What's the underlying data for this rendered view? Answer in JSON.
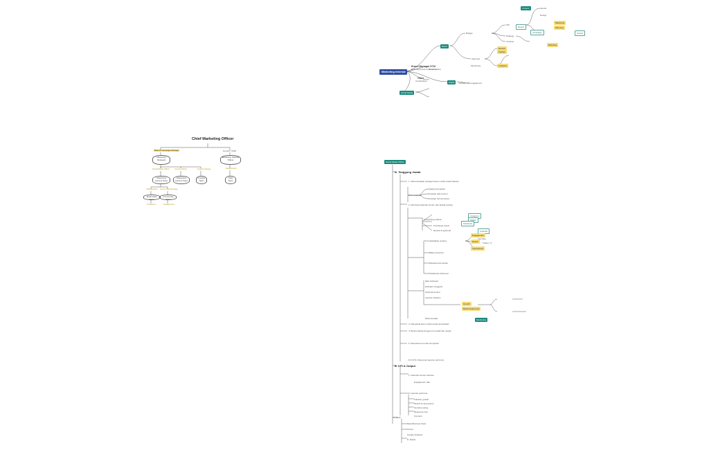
{
  "marketing_map": {
    "root": "Marketing Internal",
    "brand_manager": "Brand Manager",
    "brand_manager_sub": "Ensuring brand consistency",
    "gtm": "GTM",
    "gtm_sub": "Go-to-market",
    "other": "Other",
    "other_sub": "Coordination",
    "branches": [
      {
        "label": "Brand",
        "type": "teal"
      },
      {
        "label": "Digital",
        "type": "teal"
      },
      {
        "label": "Social Media",
        "type": "teal"
      }
    ],
    "top_nodes": [
      "Content",
      "Campaign",
      "Budget",
      "KPI",
      "Report",
      "Strategy",
      "Timeline",
      "Vendor",
      "Design",
      "Approval",
      "Monitoring",
      "Output"
    ],
    "tags": [
      "Marketing",
      "Planning",
      "Review",
      "Publish",
      "Analytics",
      "Branding"
    ],
    "note": "Visibility and engagement"
  },
  "cmo_chart": {
    "title": "Chief Marketing Officer",
    "left_label": "Brand & Campaign Manager",
    "right_label": "Growth / CRM",
    "mid": [
      "Marketing Strategist",
      "Marketing Support Officer"
    ],
    "lvl2_labels": [
      "Social Media Officer",
      "Content Writer",
      "Graphic Design",
      "Data Analyst"
    ],
    "lvl2_nodes": [
      "Marketing Content Team",
      "Marketing Content Team",
      "Creative Team",
      "Data Team"
    ],
    "lvl3_labels": [
      "Videographer",
      "Community Manager"
    ],
    "lvl3_nodes": [
      "Multimedia Team",
      "Community Team"
    ],
    "lvl4": [
      "Production",
      "Engagement"
    ]
  },
  "smo_map": {
    "root": "Social Media Officer",
    "section_a": "A. Tanggung Jawab",
    "section_b": "B. KPI & Output",
    "a_items": [
      "1. Merencanakan strategi konten media sosial bulanan",
      "2. Membuat kalender konten dan jadwal posting",
      "3. Mengelola akun media sosial perusahaan",
      "4. Berkoordinasi dengan tim kreatif dan desain",
      "5. Memantau tren dan kompetitor",
      "6. Menyusun laporan performa"
    ],
    "a_sub": [
      "Riset audiens",
      "Analisis kompetitor",
      "Tentukan pilar konten",
      "Tentukan format konten",
      "Copywriting caption",
      "Koordinasi visual",
      "Review & approval",
      "Jadwalkan posting",
      "Balas komentar",
      "Moderasi komunitas",
      "Kolaborasi influencer",
      "Iklan berbayar",
      "Evaluasi mingguan",
      "Optimasi konten",
      "Laporan bulanan",
      "Rekomendasi"
    ],
    "a_tags": [
      "Instagram",
      "TikTok",
      "Facebook",
      "Twitter / X",
      "LinkedIn",
      "YouTube"
    ],
    "a_yellow": [
      "Engagement",
      "Reach",
      "Impressions",
      "Growth",
      "Brand Awareness"
    ],
    "a_teal": "Monitoring",
    "b_items": [
      "1. Kalender konten bulanan",
      "2. Laporan performa",
      "Engagement rate",
      "Follower growth",
      "Reach & impressions",
      "Jumlah posting",
      "Response time",
      "Konversi"
    ],
    "c_items": [
      "C. Tools",
      "Meta Business Suite",
      "Canva",
      "Google Analytics",
      "D. Relasi"
    ]
  }
}
